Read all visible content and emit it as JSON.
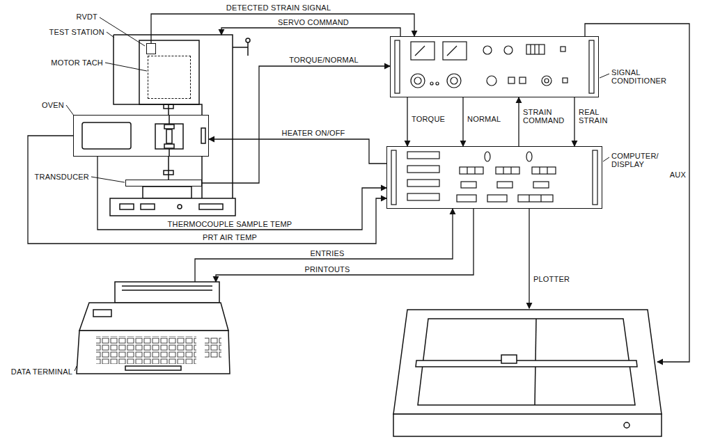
{
  "diagram": {
    "nodes": [
      {
        "text": [
          "TEST STATION"
        ]
      },
      {
        "text": [
          "RVDT"
        ],
        "in": 0
      },
      {
        "text": [
          "MOTOR TACH"
        ],
        "in": 0
      },
      {
        "text": [
          "OVEN"
        ]
      },
      {
        "text": [
          "TRANSDUCER"
        ],
        "in": 0
      },
      {
        "text": [
          "SIGNAL CONDITIONER"
        ]
      },
      {
        "text": [
          "COMPUTER/ DISPLAY"
        ]
      },
      {
        "text": [
          "DATA TERMINAL"
        ]
      }
    ],
    "edges": [
      {
        "from": 1,
        "to": 5,
        "label": "DETECTED STRAIN SIGNAL",
        "arrow": "to"
      },
      {
        "from": 5,
        "to": 0,
        "label": "SERVO COMMAND",
        "arrow": "to"
      },
      {
        "from": 4,
        "to": 5,
        "label": "TORQUE/NORMAL",
        "arrow": "to"
      },
      {
        "from": 5,
        "to": 6,
        "label": "TORQUE",
        "arrow": "to"
      },
      {
        "from": 5,
        "to": 6,
        "label": "NORMAL",
        "arrow": "to"
      },
      {
        "from": 6,
        "to": 5,
        "label": "STRAIN COMMAND",
        "arrow": "to"
      },
      {
        "from": 5,
        "to": 6,
        "label": "REAL STRAIN",
        "arrow": "to"
      },
      {
        "from": 6,
        "to": 3,
        "label": "HEATER ON/OFF",
        "arrow": "to"
      },
      {
        "from": 3,
        "to": 6,
        "label": "THERMOCOUPLE SAMPLE TEMP",
        "arrow": "to"
      },
      {
        "from": 3,
        "to": 6,
        "label": "PRT AIR TEMP",
        "arrow": "to"
      },
      {
        "from": 7,
        "to": 6,
        "label": "ENTRIES",
        "arrow": "to"
      },
      {
        "from": 6,
        "to": 7,
        "label": "PRINTOUTS",
        "arrow": "to"
      }
    ],
    "labels": [
      "PLOTTER",
      "AUX"
    ]
  }
}
